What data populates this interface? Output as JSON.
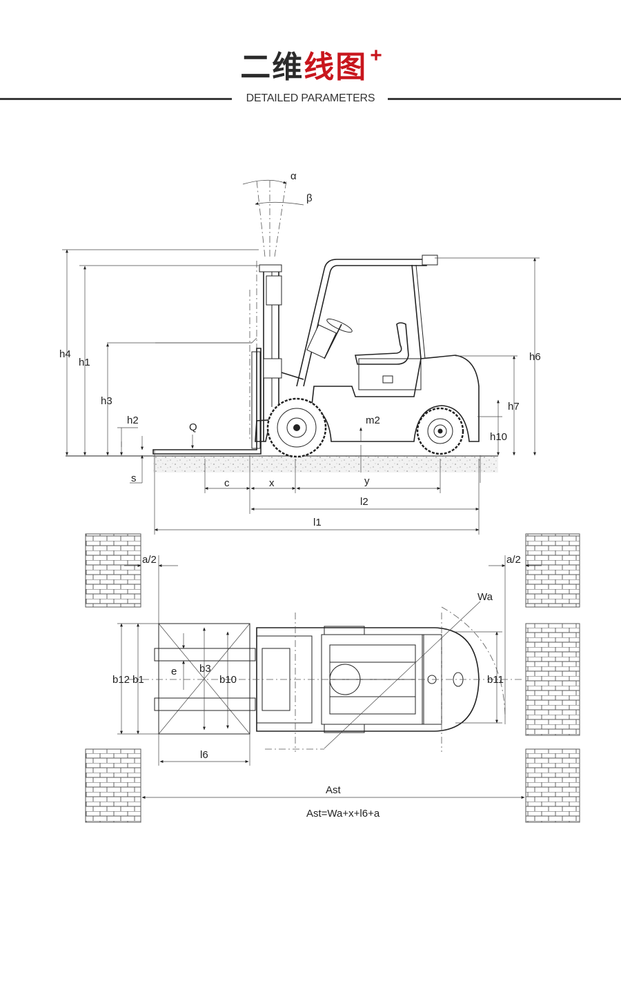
{
  "header": {
    "title_part1": "二维",
    "title_part2": "线图",
    "plus": "+",
    "subtitle": "DETAILED PARAMETERS"
  },
  "colors": {
    "accent": "#c8161d",
    "line": "#222222"
  },
  "side_view": {
    "labels": {
      "alpha": "α",
      "beta": "β",
      "h4": "h4",
      "h1": "h1",
      "h3": "h3",
      "h2": "h2",
      "s": "s",
      "Q": "Q",
      "m2": "m2",
      "h6": "h6",
      "h7": "h7",
      "h10": "h10",
      "c": "c",
      "x": "x",
      "y": "y",
      "l2": "l2",
      "l1": "l1"
    }
  },
  "top_view": {
    "labels": {
      "a2_left": "a/2",
      "a2_right": "a/2",
      "Wa": "Wa",
      "b12": "b12",
      "b1": "b1",
      "e": "e",
      "b3": "b3",
      "b10": "b10",
      "b11": "b11",
      "l6": "l6",
      "Ast": "Ast",
      "formula": "Ast=Wa+x+l6+a"
    }
  }
}
